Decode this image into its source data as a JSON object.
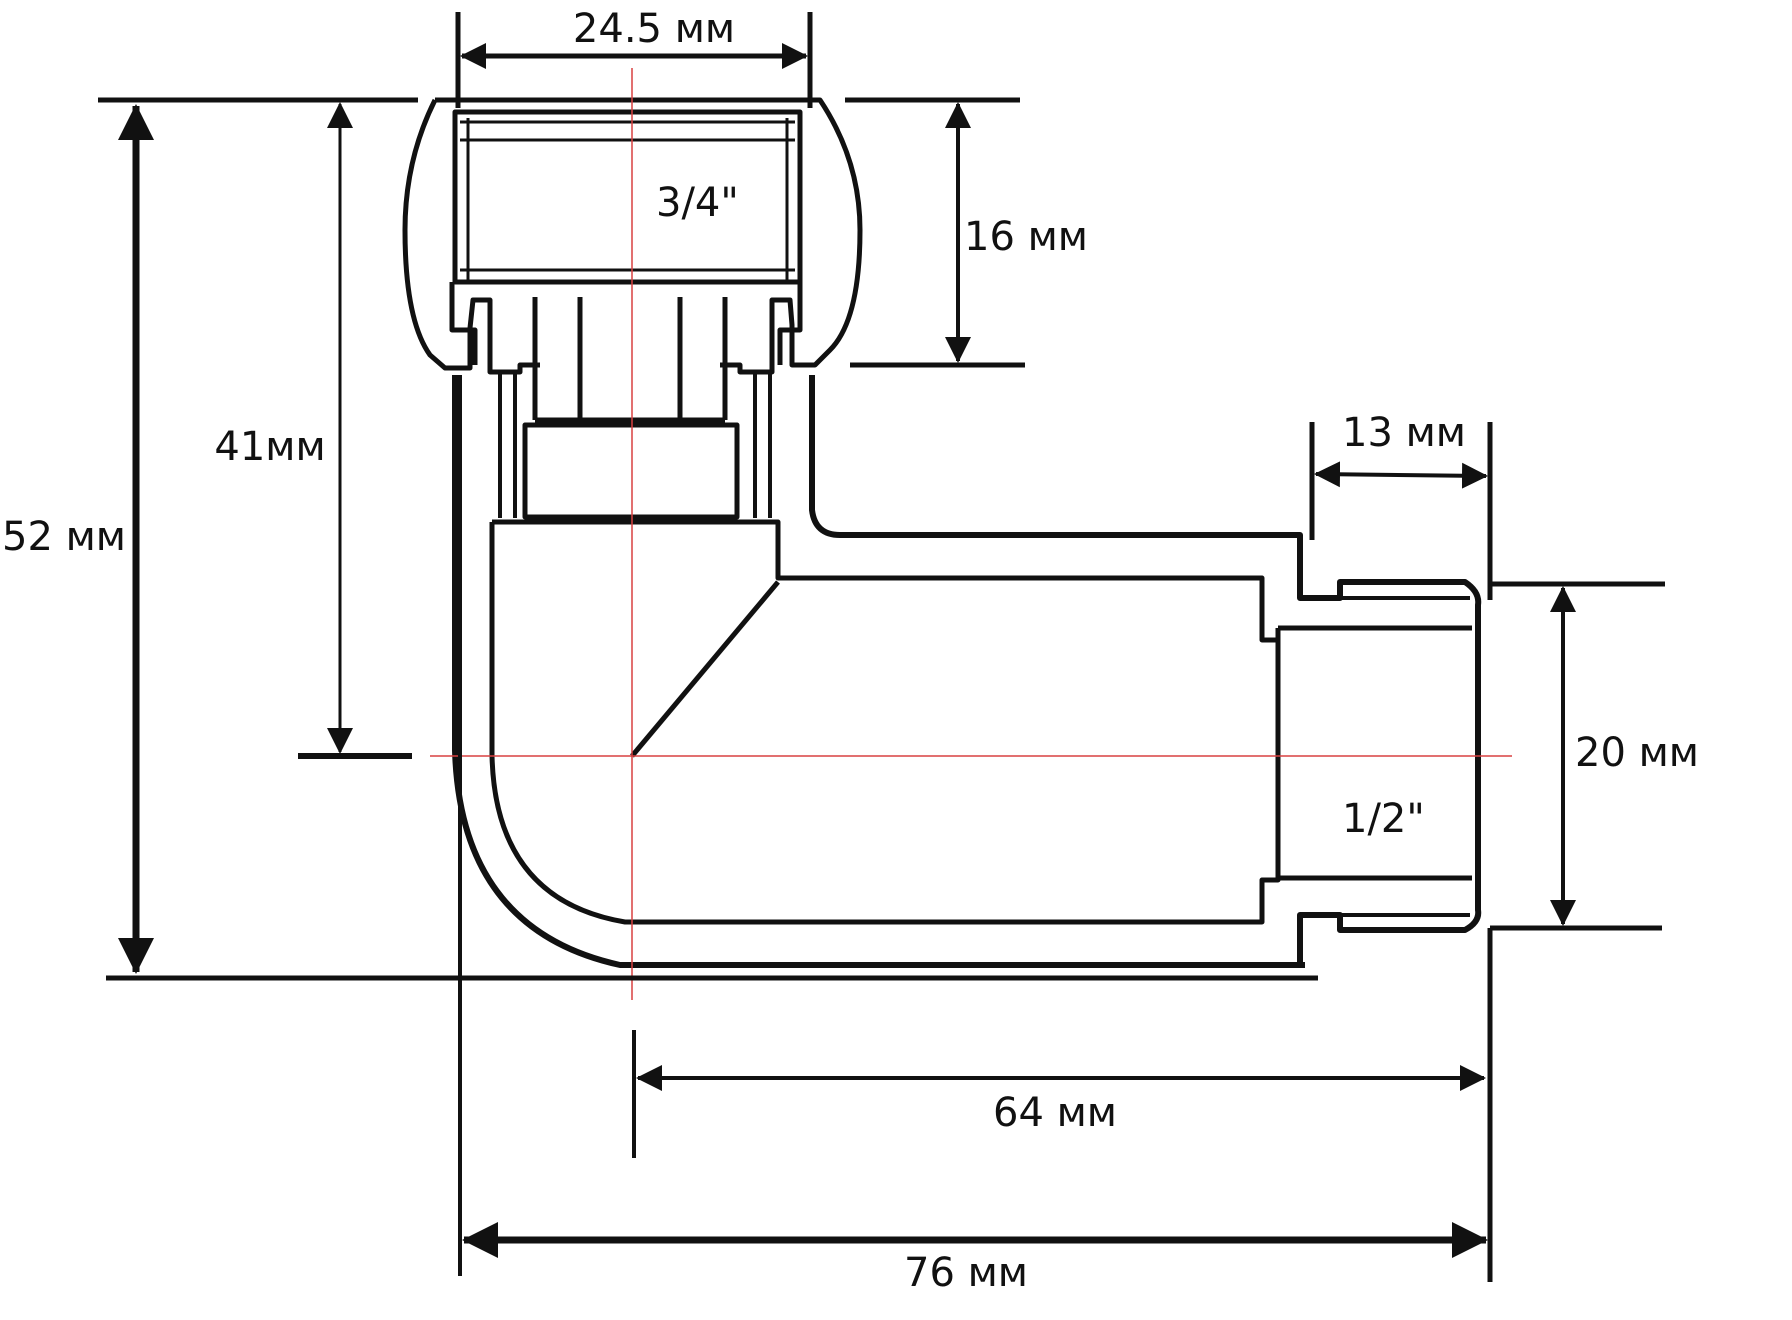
{
  "dimensions": {
    "top_width": "24.5 мм",
    "top_thread_length": "16 мм",
    "height_to_axis": "41мм",
    "total_height": "52 мм",
    "side_thread_length": "13 мм",
    "side_thread_diameter": "20 мм",
    "axis_to_end": "64 мм",
    "total_length": "76 мм"
  },
  "threads": {
    "top": "3/4\"",
    "side": "1/2\""
  },
  "colors": {
    "outline": "#111111",
    "axis": "#d94040",
    "fill": "#ffffff"
  }
}
